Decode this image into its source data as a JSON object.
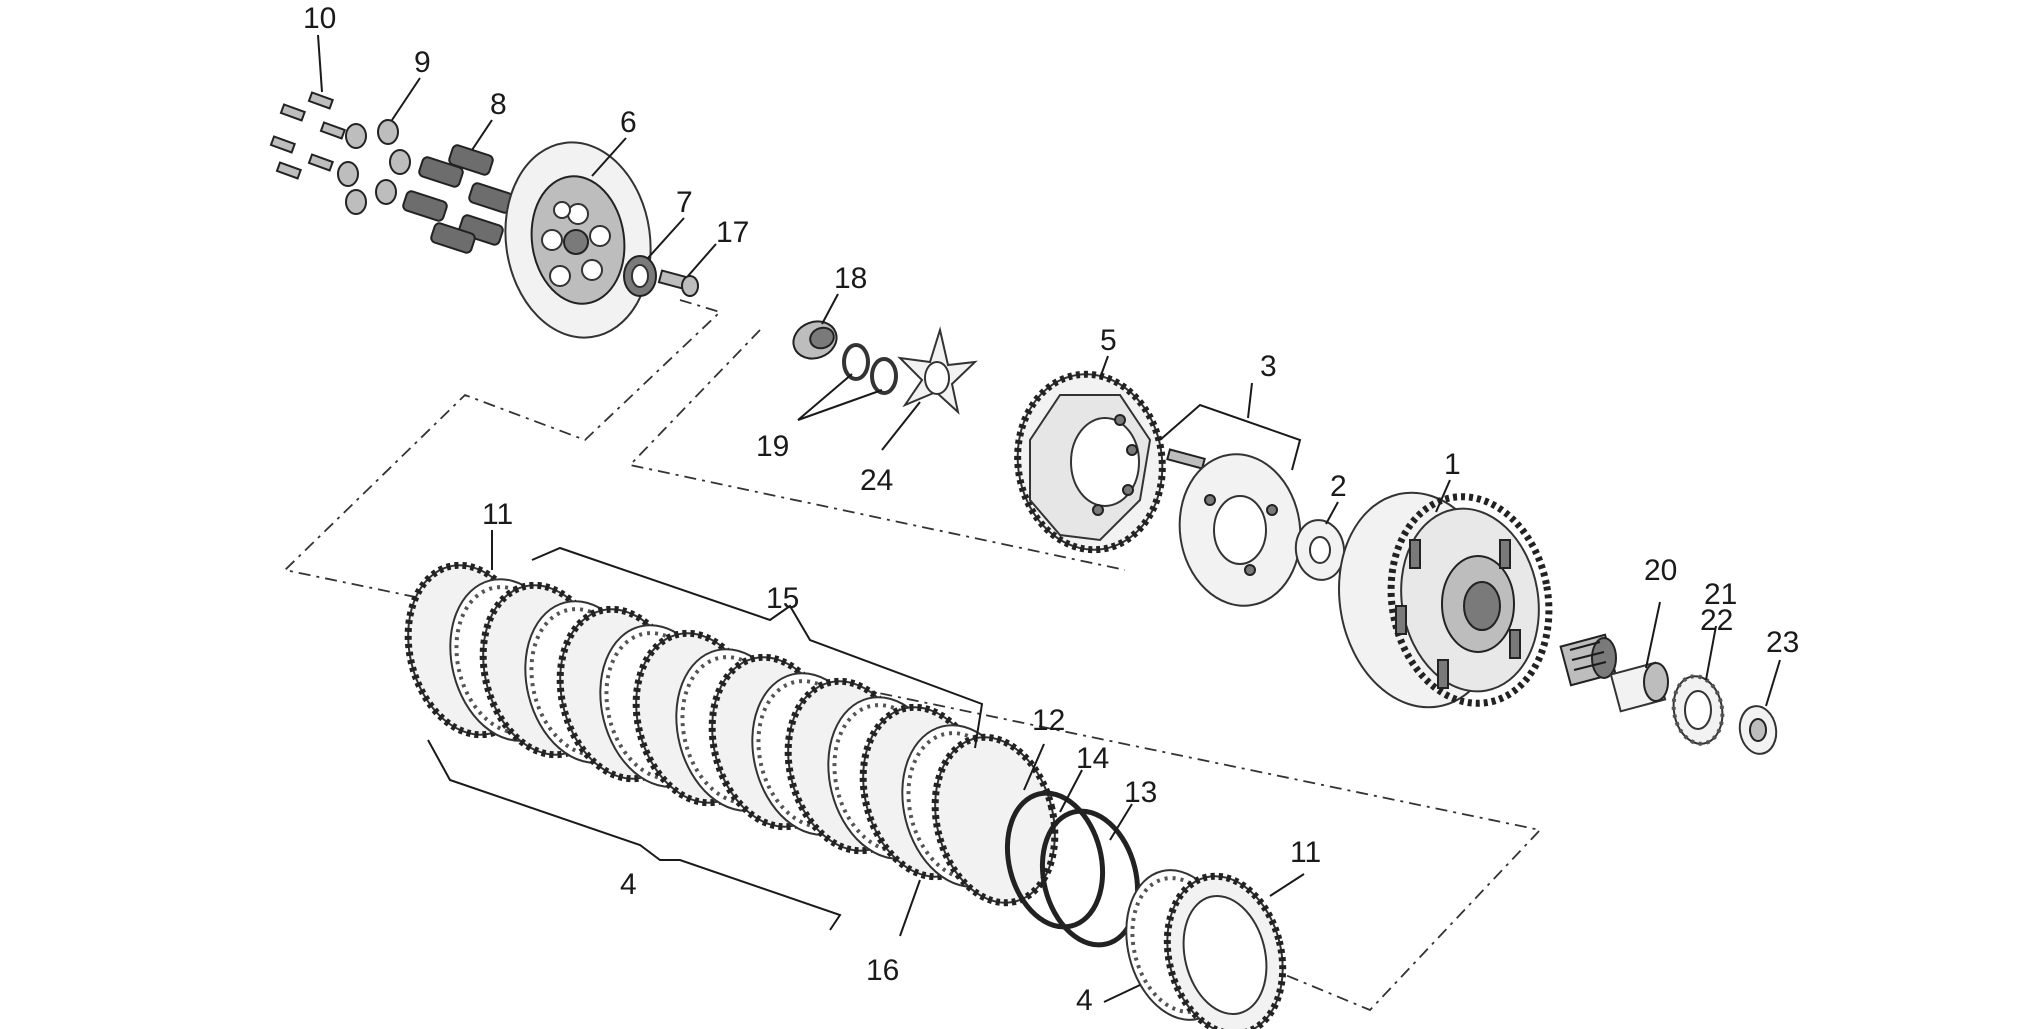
{
  "diagram": {
    "callouts": [
      {
        "id": "10",
        "text": "10"
      },
      {
        "id": "9",
        "text": "9"
      },
      {
        "id": "8",
        "text": "8"
      },
      {
        "id": "6",
        "text": "6"
      },
      {
        "id": "7",
        "text": "7"
      },
      {
        "id": "17",
        "text": "17"
      },
      {
        "id": "18",
        "text": "18"
      },
      {
        "id": "5",
        "text": "5"
      },
      {
        "id": "3",
        "text": "3"
      },
      {
        "id": "19",
        "text": "19"
      },
      {
        "id": "24",
        "text": "24"
      },
      {
        "id": "2",
        "text": "2"
      },
      {
        "id": "1",
        "text": "1"
      },
      {
        "id": "11a",
        "text": "11"
      },
      {
        "id": "15",
        "text": "15"
      },
      {
        "id": "20",
        "text": "20"
      },
      {
        "id": "21",
        "text": "21"
      },
      {
        "id": "22",
        "text": "22"
      },
      {
        "id": "23",
        "text": "23"
      },
      {
        "id": "12",
        "text": "12"
      },
      {
        "id": "14",
        "text": "14"
      },
      {
        "id": "13",
        "text": "13"
      },
      {
        "id": "11b",
        "text": "11"
      },
      {
        "id": "4a",
        "text": "4"
      },
      {
        "id": "16",
        "text": "16"
      },
      {
        "id": "4b",
        "text": "4"
      }
    ]
  }
}
